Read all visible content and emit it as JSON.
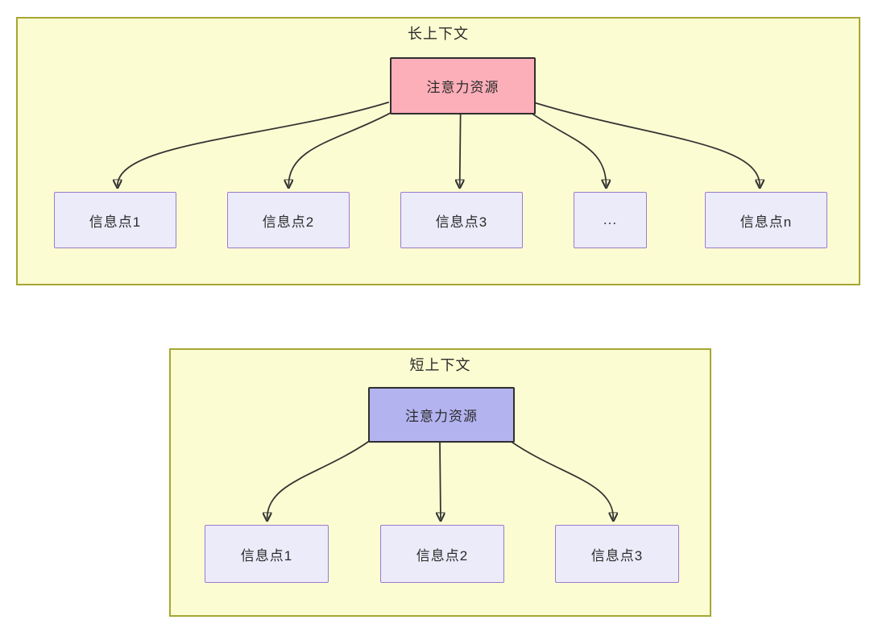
{
  "colors": {
    "panel_background": "#FCFCD2",
    "panel_border": "#A6A633",
    "attention_long_fill": "#FCAFB9",
    "attention_short_fill": "#B3B3F0",
    "info_node_fill": "#EBEBFA",
    "info_node_border": "#9A7BD0",
    "arrow": "#333333"
  },
  "long_context": {
    "title": "长上下文",
    "attention_label": "注意力资源",
    "info_nodes": [
      "信息点1",
      "信息点2",
      "信息点3",
      "...",
      "信息点n"
    ]
  },
  "short_context": {
    "title": "短上下文",
    "attention_label": "注意力资源",
    "info_nodes": [
      "信息点1",
      "信息点2",
      "信息点3"
    ]
  }
}
